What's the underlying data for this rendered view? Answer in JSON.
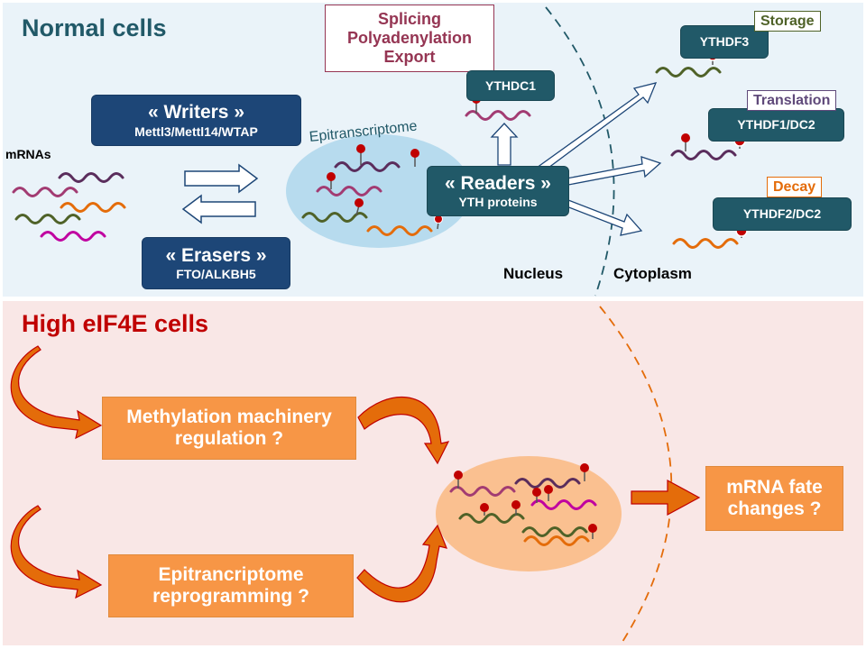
{
  "sections": {
    "normal_title": "Normal cells",
    "high_title": "High eIF4E cells"
  },
  "labels": {
    "mrnas": "mRNAs",
    "epitranscriptome": "Epitranscriptome",
    "nucleus": "Nucleus",
    "cytoplasm": "Cytoplasm"
  },
  "writers": {
    "title": "« Writers »",
    "sub": "Mettl3/Mettl14/WTAP"
  },
  "erasers": {
    "title": "« Erasers »",
    "sub": "FTO/ALKBH5"
  },
  "readers": {
    "title": "« Readers »",
    "sub": "YTH proteins"
  },
  "splicing_box": {
    "line1": "Splicing",
    "line2": "Polyadenylation",
    "line3": "Export"
  },
  "proteins": {
    "ythdc1": "YTHDC1",
    "ythdf3": "YTHDF3",
    "ythdf1": "YTHDF1/DC2",
    "ythdf2": "YTHDF2/DC2"
  },
  "fates": {
    "storage": "Storage",
    "translation": "Translation",
    "decay": "Decay"
  },
  "high": {
    "methylation_line1": "Methylation machinery",
    "methylation_line2": "regulation ?",
    "epi_line1": "Epitrancriptome",
    "epi_line2": "reprogramming ?",
    "fate_line1": "mRNA fate",
    "fate_line2": "changes ?"
  },
  "colors": {
    "normal_bg": "#eaf3f9",
    "high_bg": "#f9e7e6",
    "teal_text": "#215968",
    "red_text": "#c00000",
    "orange": "#f79646",
    "arrow_fill": "#e46c0a",
    "arrow_stroke": "#c00000",
    "ellipse_blue": "#b7dbee",
    "ellipse_orange": "#fac090",
    "storage": "#4f6228",
    "translation": "#5f497a",
    "decay": "#e46c0a",
    "splicing": "#953553",
    "mrna_purple": "#5a2d5c",
    "mrna_rose": "#a23b72",
    "mrna_orange": "#e46c0a",
    "mrna_green": "#4f6228",
    "mrna_magenta": "#c000a0",
    "m6a_dot": "#c00000"
  }
}
